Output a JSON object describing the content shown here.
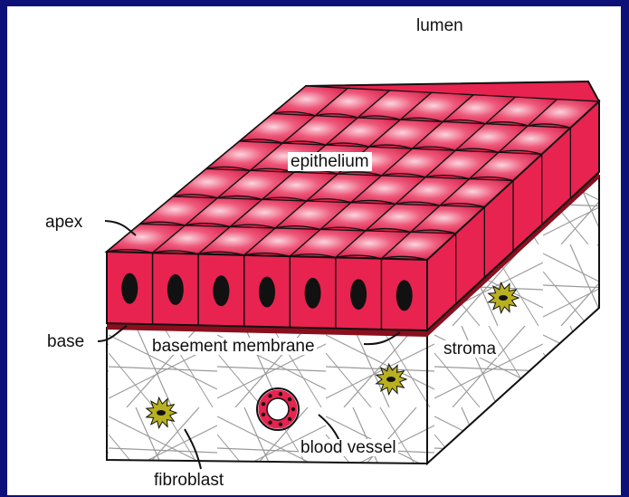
{
  "labels": {
    "lumen": "lumen",
    "epithelium": "epithelium",
    "apex": "apex",
    "base": "base",
    "basement_membrane": "basement membrane",
    "stroma": "stroma",
    "blood_vessel": "blood vessel",
    "fibroblast": "fibroblast"
  },
  "colors": {
    "background": "#0c1078",
    "panel": "#ffffff",
    "cell": "#e8234f",
    "cell_dark": "#b5163a",
    "cell_highlight": "#f7a0b4",
    "nucleus": "#111111",
    "basement_membrane": "#8a0f1e",
    "stroma_fiber": "#9a9a9a",
    "fibroblast": "#b8b020"
  },
  "icons": {
    "epithelium": "epithelial-cell-block",
    "blood_vessel": "blood-vessel-ring",
    "fibroblast": "fibroblast-star"
  }
}
